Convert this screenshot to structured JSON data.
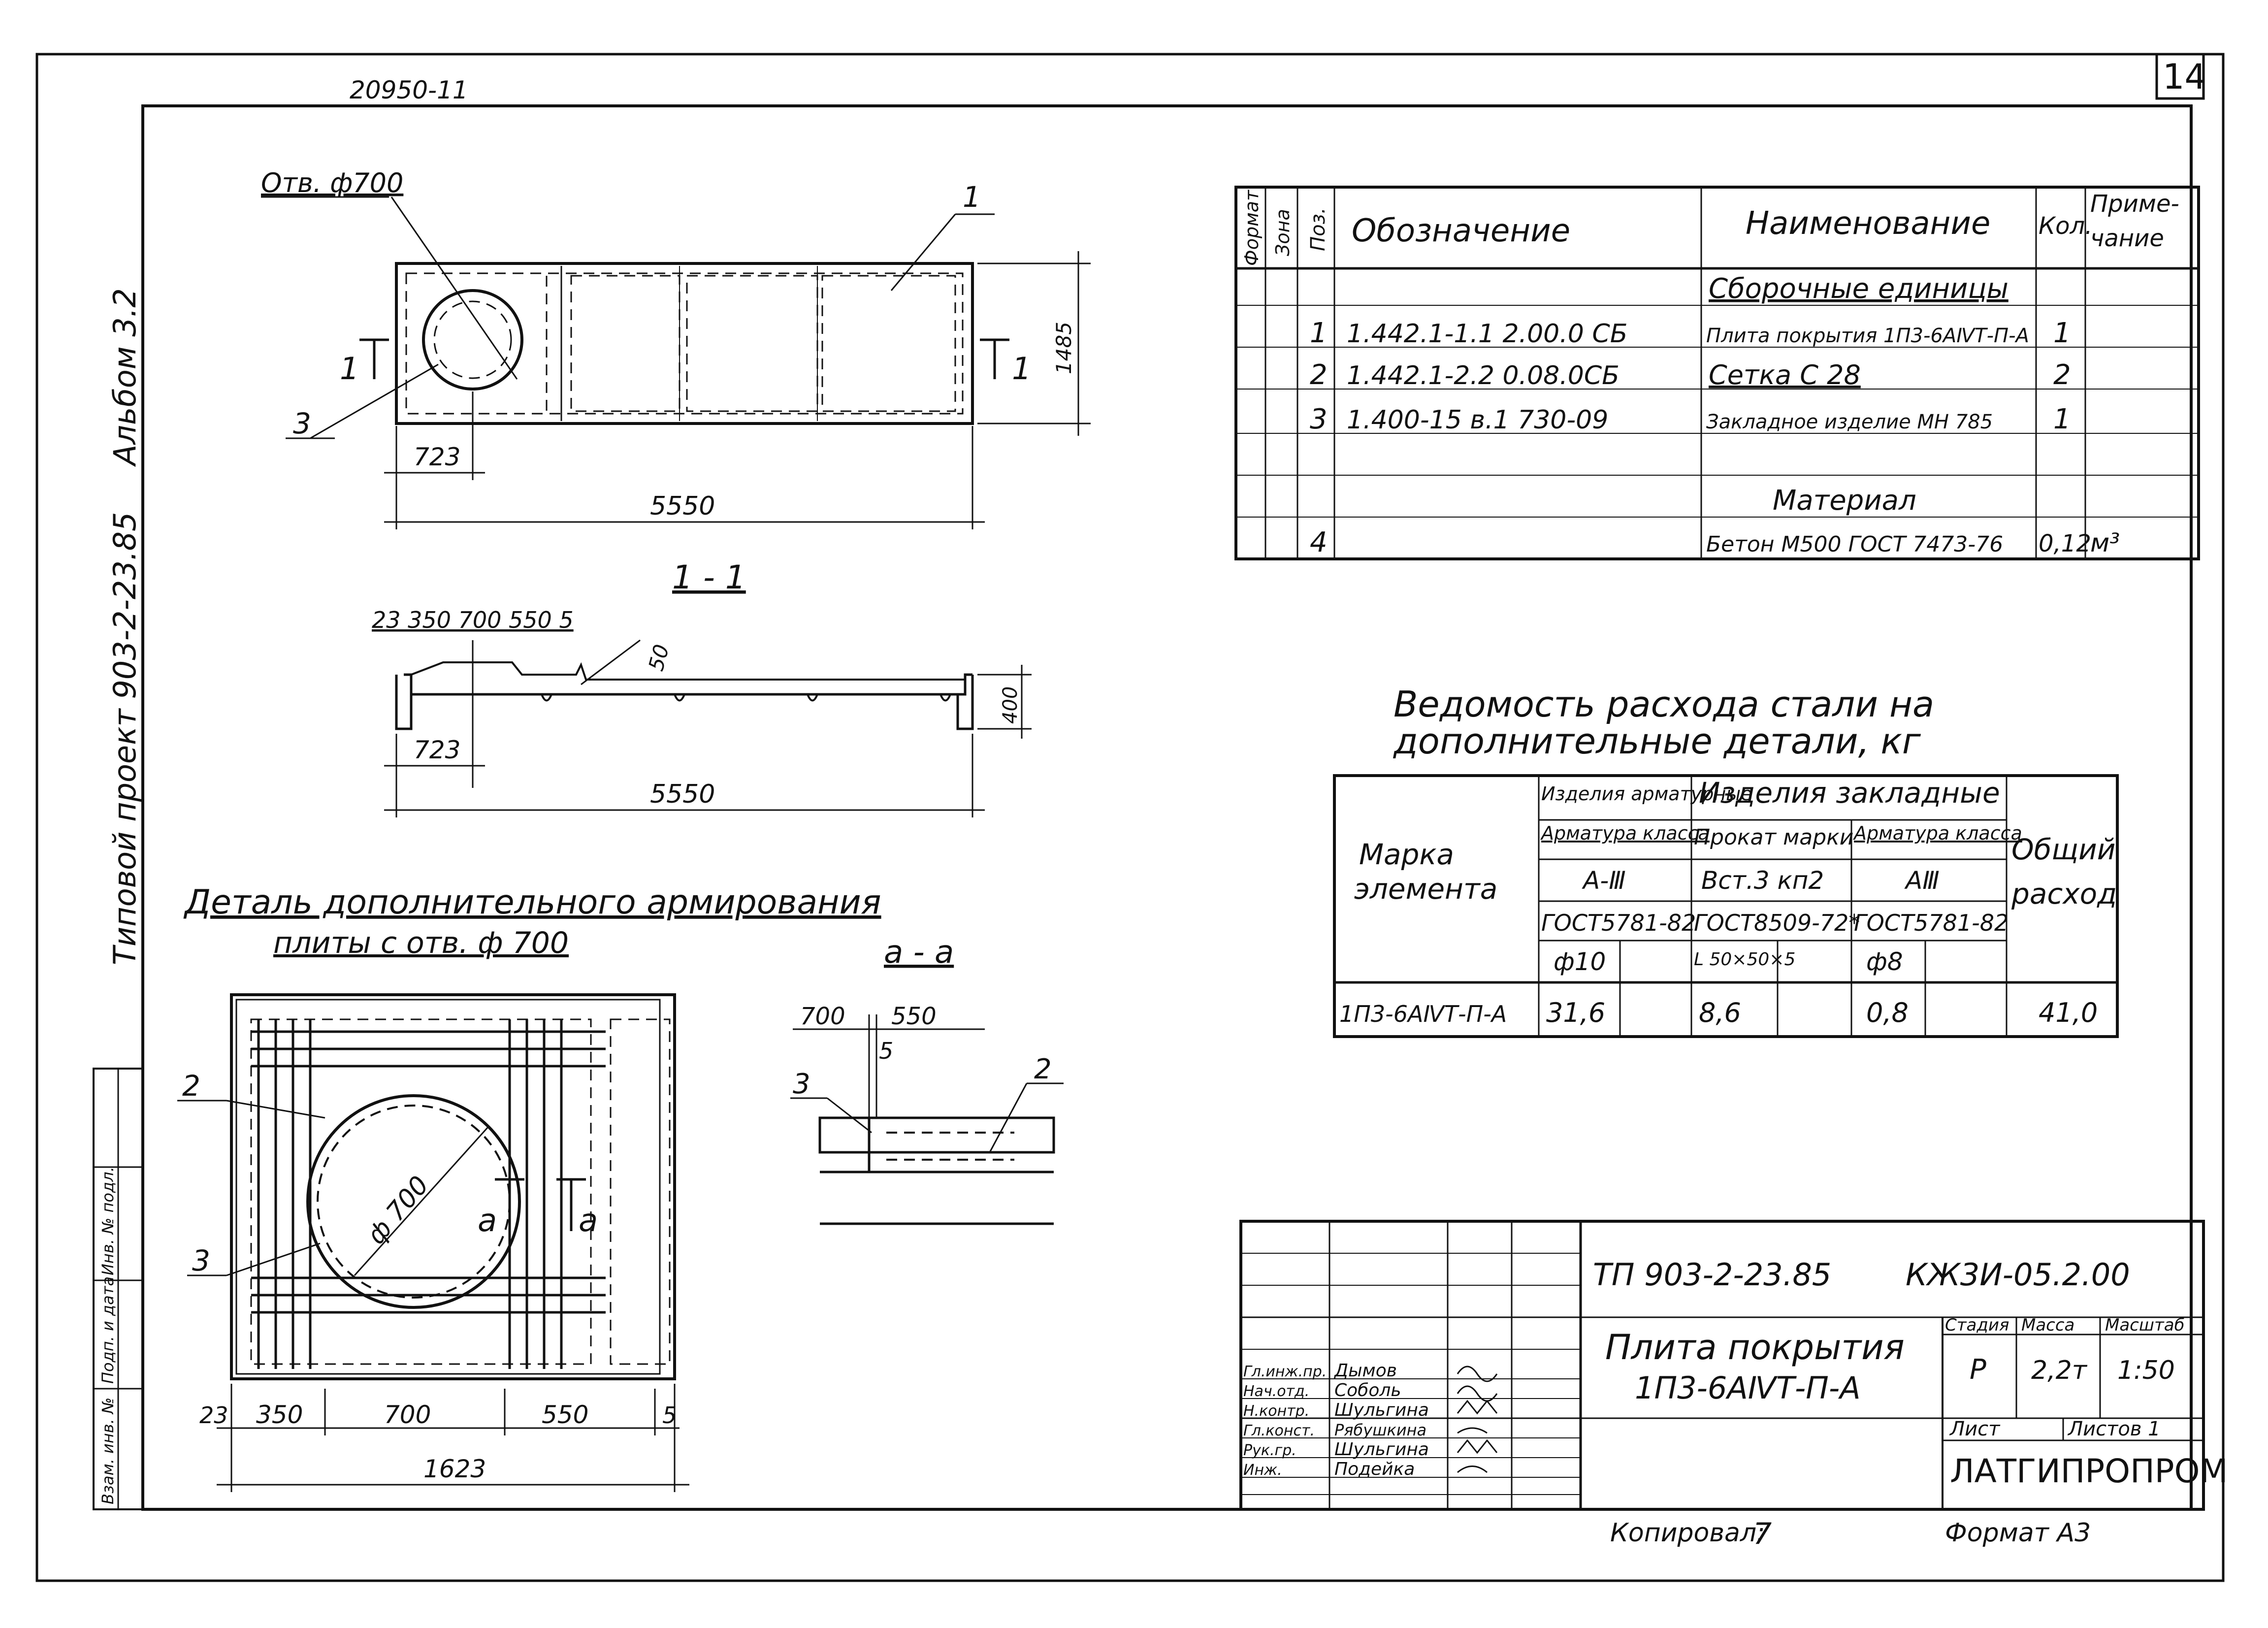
{
  "sheet": {
    "sheet_number": "14",
    "archive_code": "20950-11",
    "album": "Альбом 3.2",
    "project": "Типовой проект 903-2-23.85",
    "copied": "Копировал:",
    "copied_mark": "7",
    "format": "Формат А3"
  },
  "side_stamp": [
    "Инв. № подл.",
    "Подп. и дата",
    "Взам. инв. №"
  ],
  "plan": {
    "hole_label": "Отв. ф700",
    "pos_1": "1",
    "pos_3": "3",
    "section_left": "1",
    "section_right": "1",
    "dim_723": "723",
    "dim_5550": "5550",
    "dim_1485": "1485"
  },
  "section_1_1": {
    "title": "1 - 1",
    "dims_top": "23 350 700 550 5",
    "dim_50": "50",
    "dim_400": "400",
    "dim_723": "723",
    "dim_5550": "5550"
  },
  "detail": {
    "title_line1": "Деталь дополнительного армирования",
    "title_line2": "плиты с отв. ф 700",
    "pos_2": "2",
    "pos_3": "3",
    "phi_700": "ф 700",
    "mark_a_left": "а",
    "mark_a_right": "а",
    "dim_23": "23",
    "dim_350": "350",
    "dim_700": "700",
    "dim_550": "550",
    "dim_5": "5",
    "dim_1623": "1623"
  },
  "section_a_a": {
    "title": "а - а",
    "dim_700": "700",
    "dim_550": "550",
    "dim_5": "5",
    "pos_3": "3",
    "pos_2": "2"
  },
  "spec": {
    "headers": [
      "Формат",
      "Зона",
      "Поз.",
      "Обозначение",
      "Наименование",
      "Кол.",
      "Приме-\nчание"
    ],
    "section_assemblies": "Сборочные единицы",
    "rows": [
      {
        "pos": "1",
        "designation": "1.442.1-1.1  2.00.0 СБ",
        "name": "Плита покрытия 1П3-6АⅣТ-П-А",
        "qty": "1",
        "note": ""
      },
      {
        "pos": "2",
        "designation": "1.442.1-2.2  0.08.0СБ",
        "name": "Сетка С 28",
        "qty": "2",
        "note": ""
      },
      {
        "pos": "3",
        "designation": "1.400-15  в.1  730-09",
        "name": "Закладное изделие  МН 785",
        "qty": "1",
        "note": ""
      }
    ],
    "section_material": "Материал",
    "material_row": {
      "pos": "4",
      "designation": "",
      "name": "Бетон М500 ГОСТ 7473-76",
      "qty": "0,12",
      "note": "м³"
    }
  },
  "steel": {
    "title_line1": "Ведомость расхода стали на",
    "title_line2": "дополнительные детали, кг",
    "col_mark": "Марка элемента",
    "col_armature": "Изделия арматурные",
    "col_embedded": "Изделия закладные",
    "col_total": "Общий расход",
    "armature_class_1": "Арматура класса",
    "rolled_grade": "Прокат марки",
    "armature_class_2": "Арматура класса",
    "class_a3": "А-Ⅲ",
    "steel_grade": "Вст.3 кп2",
    "class_a3_b": "АⅢ",
    "gost_1": "ГОСТ5781-82",
    "gost_2": "ГОСТ8509-72*",
    "gost_3": "ГОСТ5781-82",
    "d10": "ф10",
    "angle": "L 50×50×5",
    "d8": "ф8",
    "row": {
      "mark": "1П3-6АⅣТ-П-А",
      "v1": "31,6",
      "v2": "8,6",
      "v3": "0,8",
      "total": "41,0"
    }
  },
  "titleblock": {
    "code": "ТП 903-2-23.85",
    "doc": "КЖ3И-05.2.00",
    "name_line1": "Плита покрытия",
    "name_line2": "1П3-6АⅣТ-П-А",
    "stage_h": "Стадия",
    "mass_h": "Масса",
    "scale_h": "Масштаб",
    "stage": "Р",
    "mass": "2,2т",
    "scale": "1:50",
    "sheet_h": "Лист",
    "sheets_h": "Листов 1",
    "org": "ЛАТГИПРОПРОМ",
    "roles": [
      {
        "role": "Гл.инж.пр.",
        "name": "Дымов"
      },
      {
        "role": "Нач.отд.",
        "name": "Соболь"
      },
      {
        "role": "Н.контр.",
        "name": "Шульгина"
      },
      {
        "role": "Гл.конст.",
        "name": "Рябушкина"
      },
      {
        "role": "Рук.гр.",
        "name": "Шульгина"
      },
      {
        "role": "Инж.",
        "name": "Подейка"
      }
    ]
  }
}
